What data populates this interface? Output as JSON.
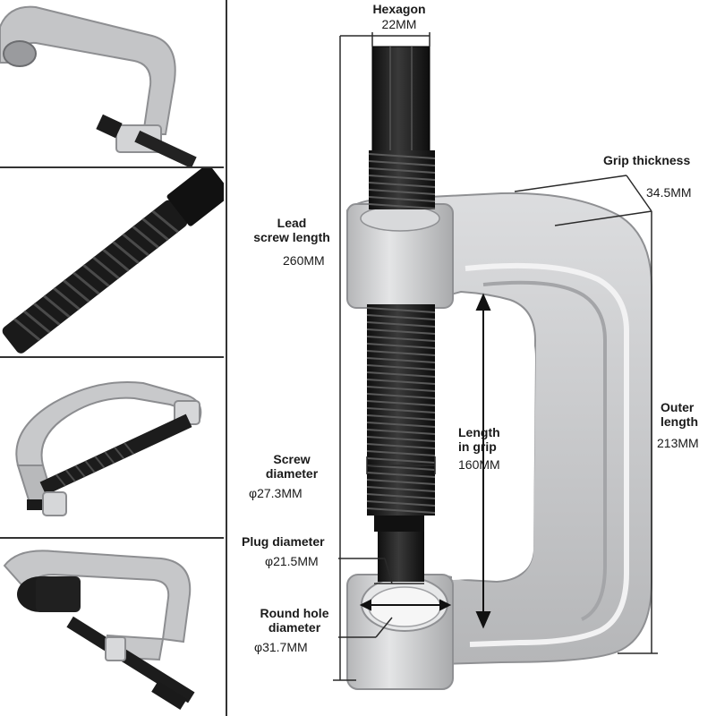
{
  "dimensions": {
    "hexagon": {
      "label": "Hexagon",
      "value": "22MM"
    },
    "grip_thickness": {
      "label": "Grip thickness",
      "value": "34.5MM"
    },
    "lead_screw_length": {
      "label_line1": "Lead",
      "label_line2": "screw length",
      "value": "260MM"
    },
    "outer_length": {
      "label_line1": "Outer",
      "label_line2": "length",
      "value": "213MM"
    },
    "length_in_grip": {
      "label_line1": "Length",
      "label_line2": "in grip",
      "value": "160MM"
    },
    "screw_diameter": {
      "label_line1": "Screw",
      "label_line2": "diameter",
      "value": "φ27.3MM"
    },
    "plug_diameter": {
      "label": "Plug diameter",
      "value": "φ21.5MM"
    },
    "round_hole_diameter": {
      "label_line1": "Round hole",
      "label_line2": "diameter",
      "value": "φ31.7MM"
    }
  },
  "colors": {
    "frame_silver": "#c9cacc",
    "frame_shadow": "#9fa1a4",
    "screw_black": "#1b1b1b",
    "dimension_line": "#2a2a2a",
    "panel_border": "#333333"
  }
}
